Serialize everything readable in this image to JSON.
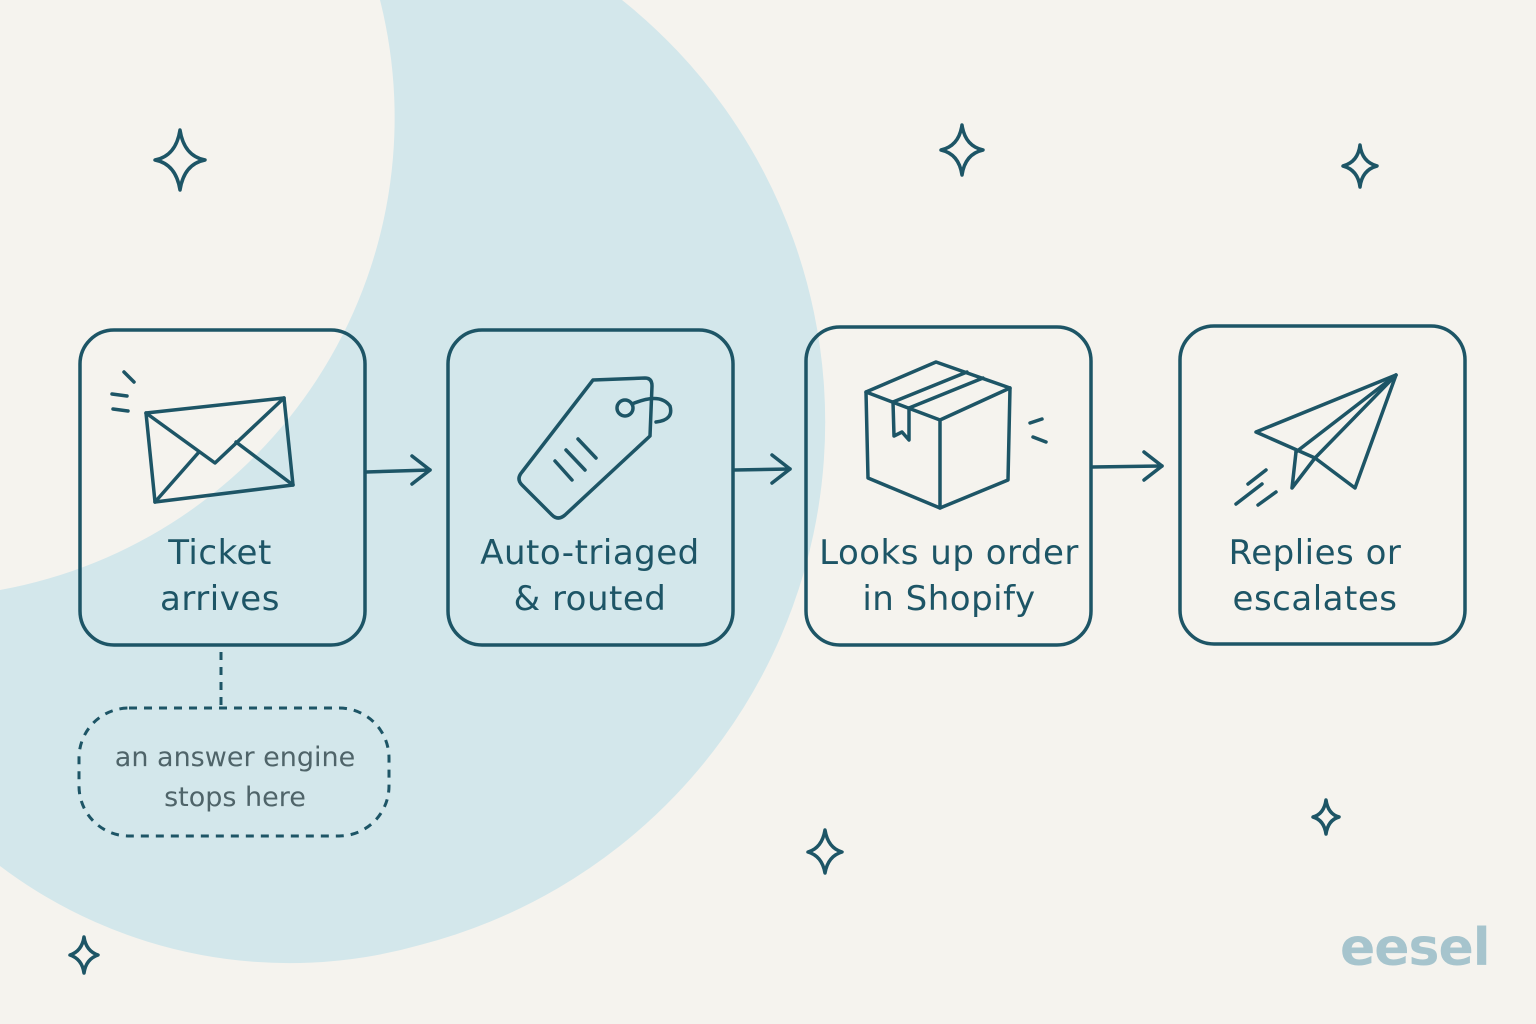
{
  "diagram": {
    "steps": [
      {
        "line1": "Ticket",
        "line2": "arrives",
        "icon": "envelope-icon"
      },
      {
        "line1": "Auto-triaged",
        "line2": "& routed",
        "icon": "tag-icon"
      },
      {
        "line1": "Looks up order",
        "line2": "in Shopify",
        "icon": "box-icon"
      },
      {
        "line1": "Replies or",
        "line2": "escalates",
        "icon": "paper-plane-icon"
      }
    ],
    "note": {
      "line1": "an answer engine",
      "line2": "stops here"
    }
  },
  "brand": {
    "logo": "eesel"
  },
  "colors": {
    "ink": "#1d5566",
    "background": "#f5f3ee",
    "arc": "#d3e7eb",
    "note_text": "#4f6469",
    "logo": "#a6c4cd"
  }
}
